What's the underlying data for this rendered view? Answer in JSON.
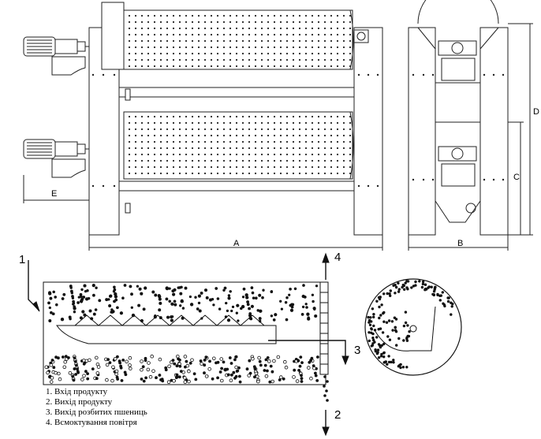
{
  "dimension_labels": {
    "a": "A",
    "b": "B",
    "c": "C",
    "d": "D",
    "e": "E"
  },
  "flow_markers": {
    "inlet": "1",
    "outlet": "2",
    "broken_outlet": "3",
    "air_suction": "4"
  },
  "legend": [
    "1. Вхід продукту",
    "2. Вихід продукту",
    "3. Вихід розбитих пшениць",
    "4. Всмоктування повітря"
  ]
}
